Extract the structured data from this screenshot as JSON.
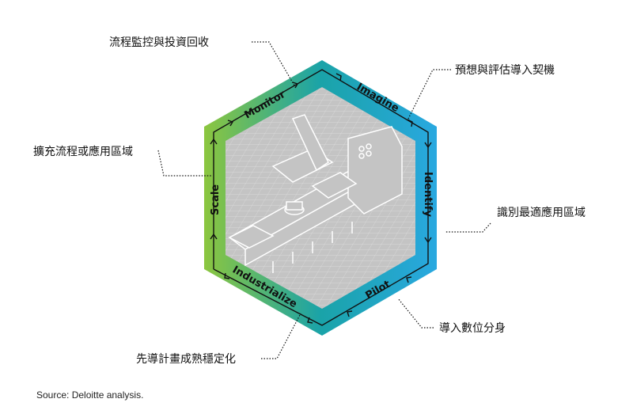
{
  "stages": {
    "monitor": "Monitor",
    "imagine": "Imagine",
    "identify": "Identify",
    "pilot": "Pilot",
    "industrialize": "Industrialize",
    "scale": "Scale"
  },
  "annotations": {
    "monitor": "流程監控與投資回收",
    "imagine": "預想與評估導入契機",
    "identify": "識別最適應用區域",
    "pilot": "導入數位分身",
    "industrialize": "先導計畫成熟穩定化",
    "scale": "擴充流程或應用區域"
  },
  "colors": {
    "green": "#8cc63f",
    "teal": "#1aa3a8",
    "blue": "#29a8e0",
    "grey": "#c4c4c4"
  },
  "source": "Source: Deloitte analysis."
}
